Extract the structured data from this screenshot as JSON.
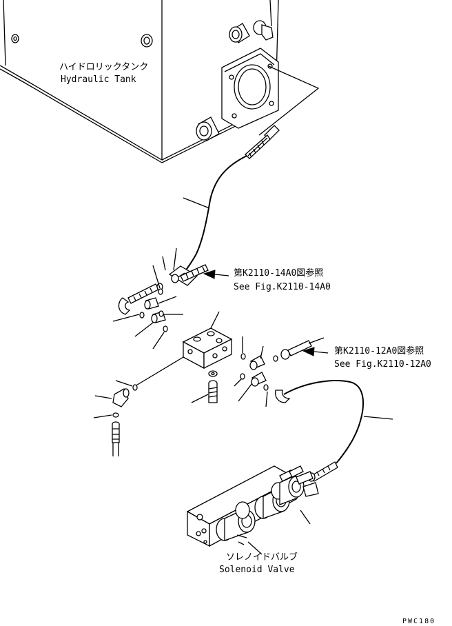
{
  "labels": {
    "tank_jp": "ハイドロリックタンク",
    "tank_en": "Hydraulic Tank",
    "ref1_jp": "第K2110-14A0図参照",
    "ref1_en": "See Fig.K2110-14A0",
    "ref2_jp": "第K2110-12A0図参照",
    "ref2_en": "See Fig.K2110-12A0",
    "solenoid_jp": "ソレノイドバルブ",
    "solenoid_en": "Solenoid Valve",
    "drawing_code": "PWC180"
  }
}
